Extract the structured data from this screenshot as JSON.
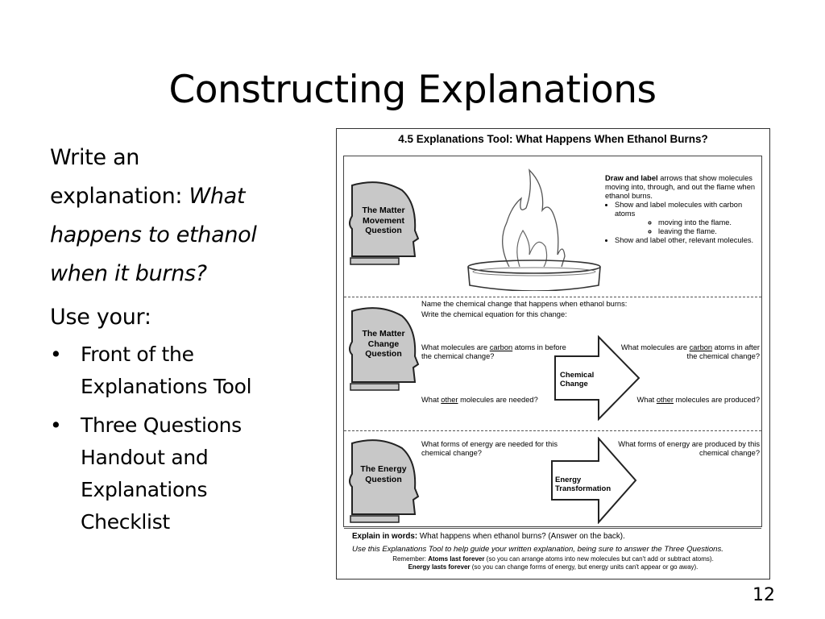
{
  "slide": {
    "title": "Constructing Explanations",
    "page_number": "12",
    "intro_line1": "Write an",
    "intro_line2_prefix": "explanation: ",
    "intro_line2_italic": "What",
    "question_line1": "happens to ethanol",
    "question_line2": "when it burns?",
    "use_label": "Use your:",
    "bullets": [
      {
        "line1": "Front of the",
        "line2": "Explanations Tool"
      },
      {
        "line1": "Three Questions",
        "line2": "Handout and",
        "line3": "Explanations",
        "line4": "Checklist"
      }
    ]
  },
  "worksheet": {
    "title": "4.5 Explanations Tool: What Happens When Ethanol Burns?",
    "matter_movement": {
      "label": "The Matter Movement Question",
      "draw_bold": "Draw and label",
      "draw_rest": " arrows that show molecules moving into, through, and out the flame when ethanol burns.",
      "bullet1": "Show and label molecules with carbon atoms",
      "sub1": "moving into the flame.",
      "sub2": "leaving the flame.",
      "bullet2": "Show and label other, relevant molecules."
    },
    "matter_change": {
      "label": "The Matter Change Question",
      "name_change": "Name the chemical change that happens when ethanol burns:",
      "write_equation": "Write the chemical equation for this change:",
      "before_prefix": "What molecules are ",
      "before_word": "carbon",
      "before_suffix": " atoms in before the chemical change?",
      "after_prefix": "What molecules are ",
      "after_word": "carbon",
      "after_suffix": " atoms in after the chemical change?",
      "needed_prefix": "What ",
      "needed_word": "other",
      "needed_suffix": " molecules are needed?",
      "produced_prefix": "What ",
      "produced_word": "other",
      "produced_suffix": " molecules are produced?",
      "arrow_label_1": "Chemical",
      "arrow_label_2": "Change"
    },
    "energy": {
      "label": "The Energy Question",
      "needed": "What forms of energy are needed for this chemical change?",
      "produced": "What forms of energy are produced by this chemical change?",
      "arrow_label_1": "Energy",
      "arrow_label_2": "Transformation"
    },
    "explain_bold": "Explain in words:",
    "explain_rest": " What happens when ethanol burns? (Answer on the back).",
    "use_tool": "Use this Explanations Tool to help guide your written explanation, being sure to answer the Three Questions.",
    "remember_prefix": "Remember: ",
    "atoms_bold": "Atoms last forever",
    "atoms_rest": " (so you can arrange atoms into new molecules but can't add or subtract atoms).",
    "energy_bold": "Energy lasts forever",
    "energy_rest": " (so you can change forms of energy, but energy units can't appear or go away)."
  }
}
